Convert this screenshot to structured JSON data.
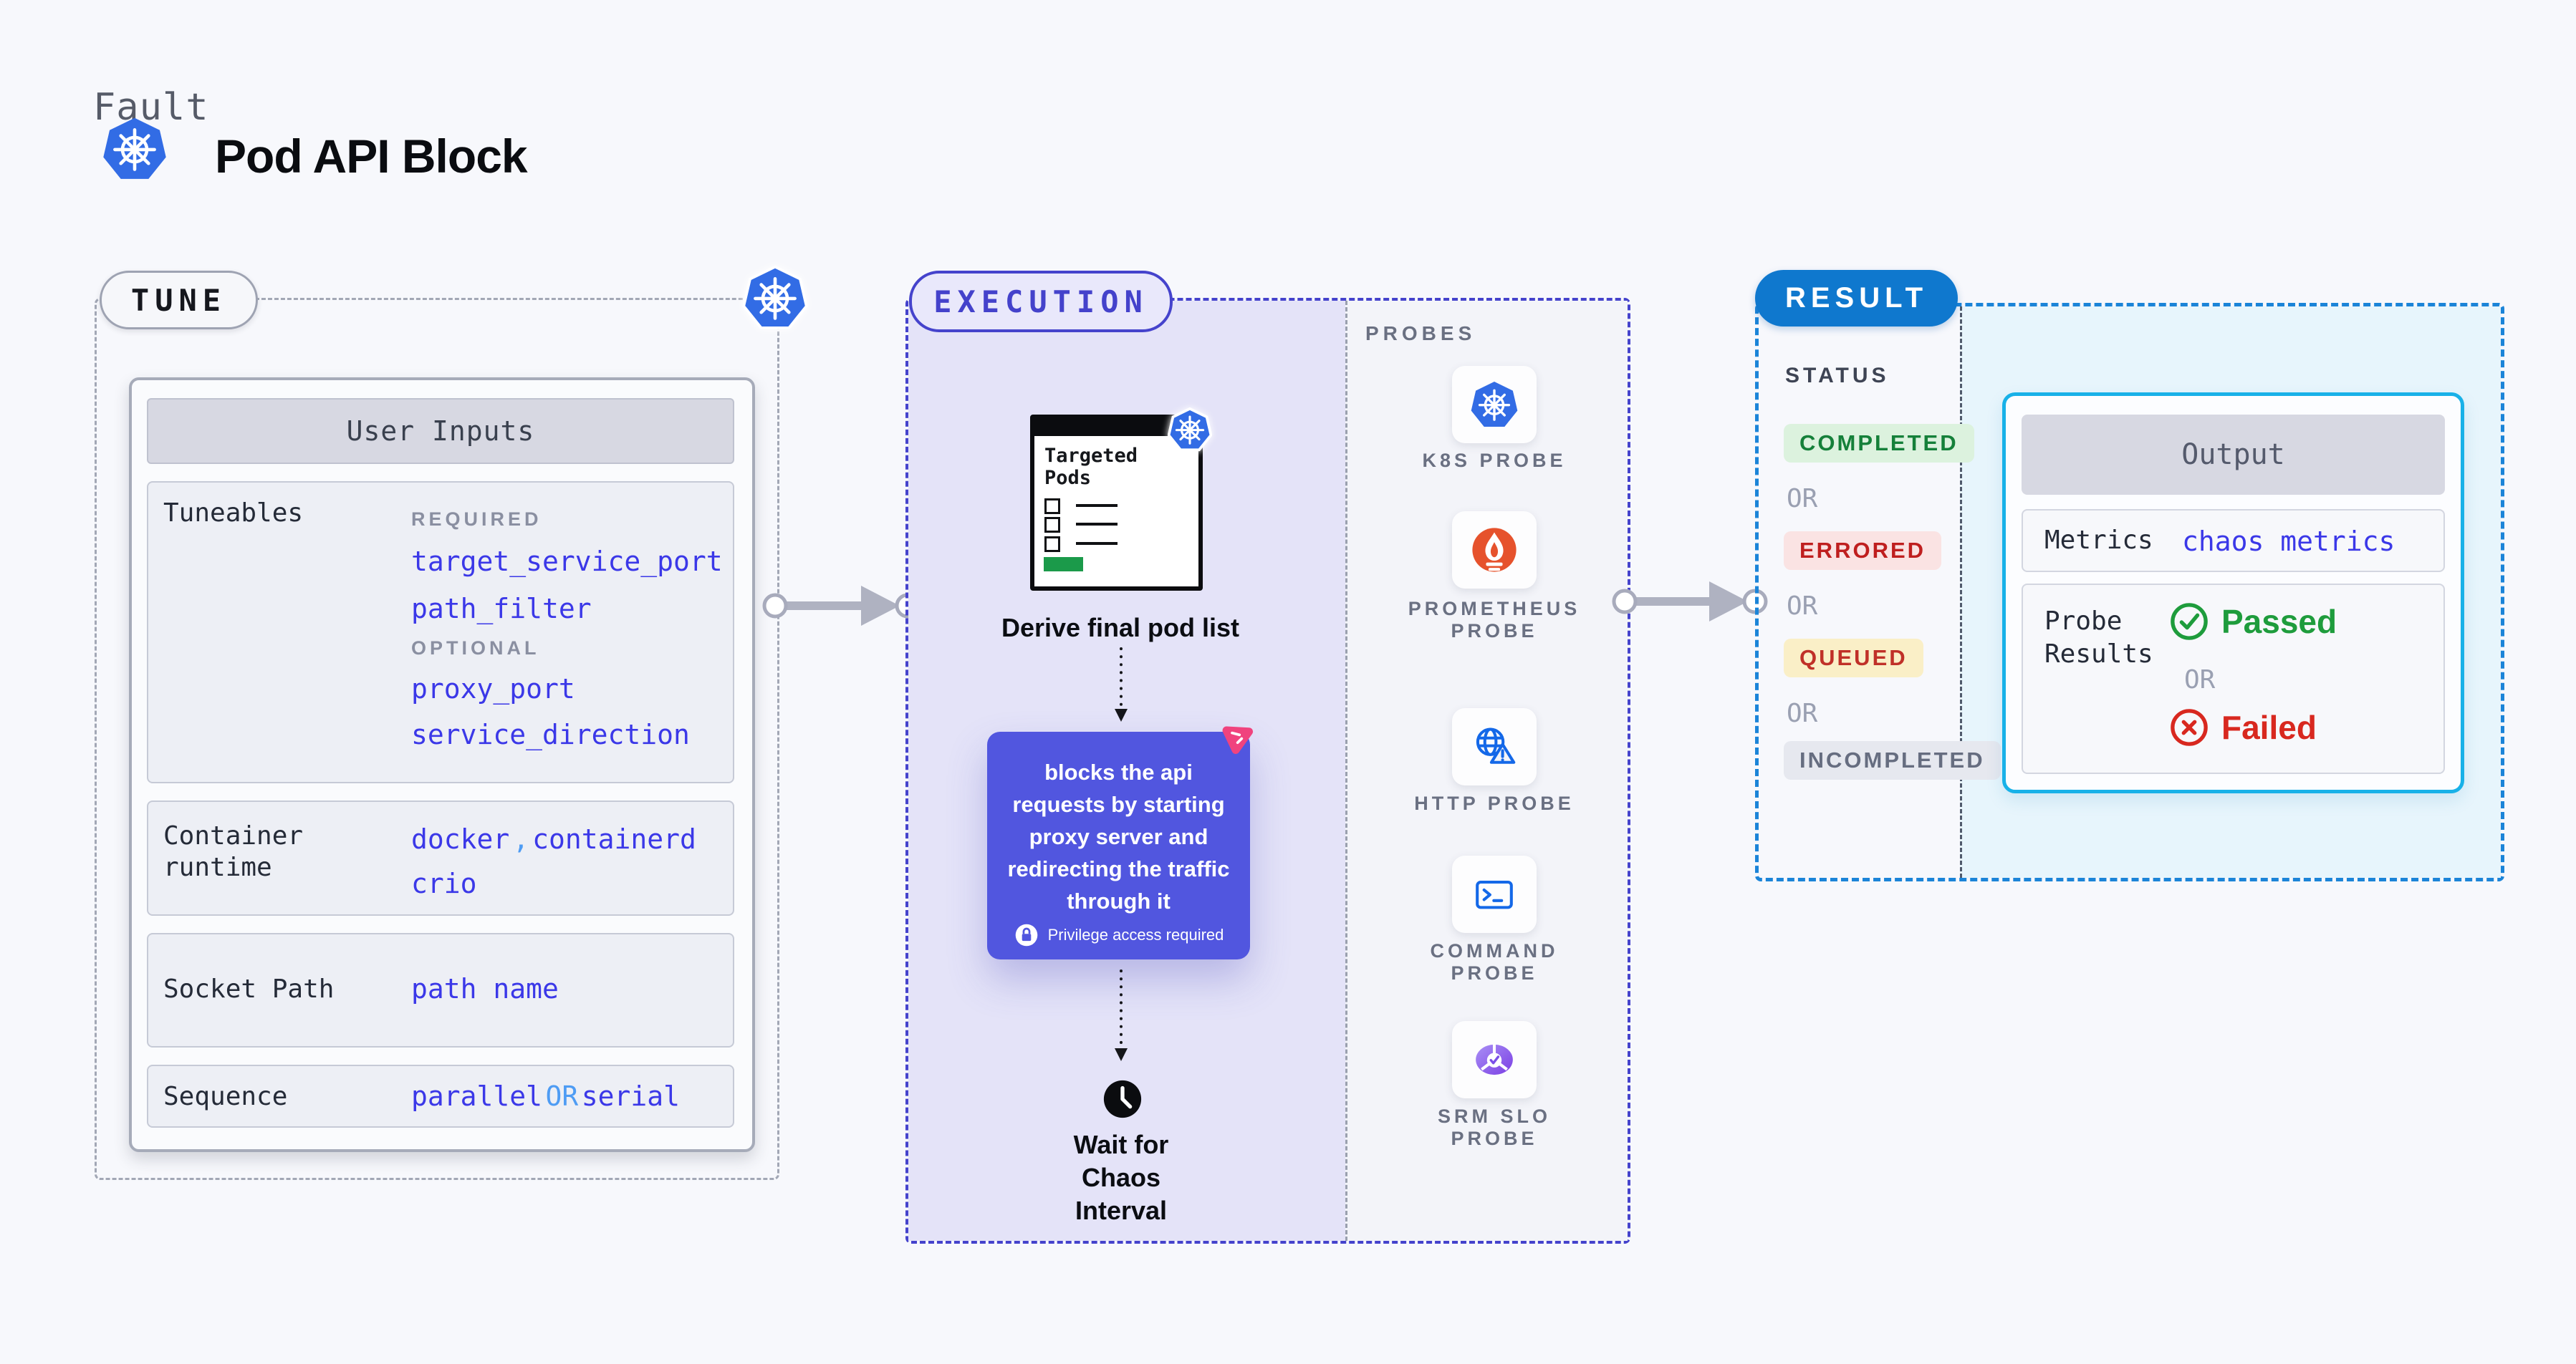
{
  "header": {
    "kicker": "Fault",
    "title": "Pod API Block"
  },
  "tune": {
    "label": "TUNE",
    "card_title": "User Inputs",
    "tuneables": {
      "label": "Tuneables",
      "required_label": "REQUIRED",
      "required": [
        "target_service_port",
        "path_filter"
      ],
      "optional_label": "OPTIONAL",
      "optional": [
        "proxy_port",
        "service_direction"
      ]
    },
    "container_runtime": {
      "label": "Container runtime",
      "value1": "docker",
      "separator": ",",
      "value2": "containerd",
      "value3": "crio"
    },
    "socket_path": {
      "label": "Socket Path",
      "value": "path name"
    },
    "sequence": {
      "label": "Sequence",
      "value1": "parallel",
      "or": "OR",
      "value2": "serial"
    }
  },
  "execution": {
    "label": "EXECUTION",
    "targeted_pods_title": "Targeted Pods",
    "derive_step": "Derive final pod list",
    "action": {
      "description": "blocks the api requests by starting proxy server and redirecting the traffic through it",
      "privilege_note": "Privilege access required"
    },
    "wait_step": "Wait for Chaos Interval"
  },
  "probes": {
    "label": "PROBES",
    "items": [
      {
        "icon": "kubernetes-icon",
        "lines": [
          "K8S PROBE"
        ]
      },
      {
        "icon": "prometheus-icon",
        "lines": [
          "PROMETHEUS",
          "PROBE"
        ]
      },
      {
        "icon": "http-globe-warning-icon",
        "lines": [
          "HTTP PROBE"
        ]
      },
      {
        "icon": "terminal-icon",
        "lines": [
          "COMMAND",
          "PROBE"
        ]
      },
      {
        "icon": "slo-pie-check-icon",
        "lines": [
          "SRM SLO",
          "PROBE"
        ]
      }
    ]
  },
  "result": {
    "label": "RESULT",
    "status": {
      "label": "STATUS",
      "or_label": "OR",
      "badges": [
        {
          "text": "COMPLETED",
          "bg": "#DCF2DE",
          "color": "#15803A"
        },
        {
          "text": "ERRORED",
          "bg": "#FAE3E3",
          "color": "#BF1F1F"
        },
        {
          "text": "QUEUED",
          "bg": "#FAEFC7",
          "color": "#C03028"
        },
        {
          "text": "INCOMPLETED",
          "bg": "#E6E8EF",
          "color": "#666D80"
        }
      ]
    },
    "output": {
      "title": "Output",
      "metrics": {
        "label": "Metrics",
        "value": "chaos metrics"
      },
      "probe_results": {
        "label": "Probe Results",
        "passed": "Passed",
        "or": "OR",
        "failed": "Failed"
      }
    }
  },
  "colors": {
    "page_bg": "#F7F8FC",
    "code_indigo": "#3B38E8",
    "code_lightblue": "#4E9CF4",
    "execution_accent": "#4543CC",
    "execution_bg": "#E4E3F8",
    "result_accent": "#0F78CE",
    "output_border": "#18B1E8",
    "output_bg": "#E7F5FC",
    "action_purple": "#5156DF",
    "chaos_pink": "#F0437E",
    "passed_green": "#1E9C3C",
    "failed_red": "#D8281F",
    "kubernetes_blue": "#326CE5",
    "prometheus_orange": "#E6522C",
    "targeted_pods_green": "#1B9A4A"
  }
}
